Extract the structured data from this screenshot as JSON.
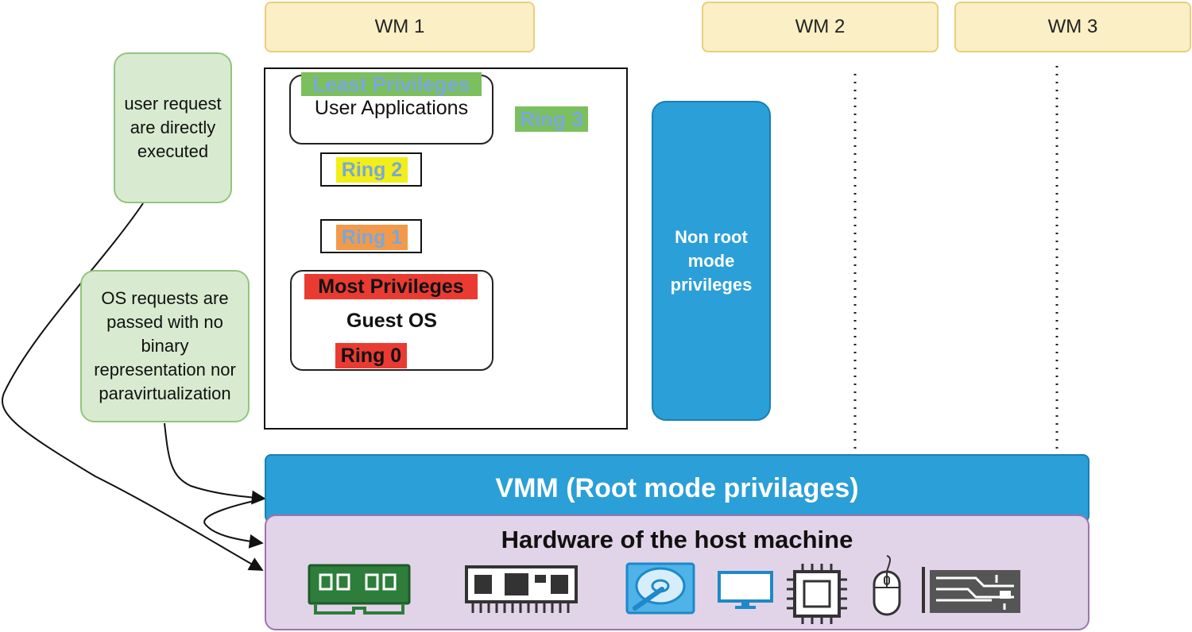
{
  "vm_headers": [
    "WM 1",
    "WM 2",
    "WM 3"
  ],
  "notes": {
    "user": "user request are directly executed",
    "os": "OS requests are passed with no binary representation nor paravirtualization"
  },
  "rings": {
    "least_privileges": "Least Privileges",
    "user_applications": "User Applications",
    "ring3": "Ring 3",
    "ring2": "Ring 2",
    "ring1": "Ring 1",
    "most_privileges": "Most Privileges",
    "guest_os": "Guest OS",
    "ring0": "Ring 0"
  },
  "non_root": "Non root mode privileges",
  "vmm": "VMM (Root mode privilages)",
  "hardware": {
    "title": "Hardware of the host machine",
    "icons": [
      "ram-icon",
      "motherboard-icon",
      "hard-disk-icon",
      "monitor-icon",
      "cpu-icon",
      "mouse-icon",
      "expansion-card-icon"
    ]
  },
  "colors": {
    "vm_header_fill": "#fbefc5",
    "note_fill": "#d8ebd0",
    "vmm_blue": "#2a9fd8",
    "hardware_fill": "#e2d4e8",
    "ring3_green": "#7cbf5f",
    "ring2_yellow": "#f2ee18",
    "ring1_orange": "#f39a4a",
    "ring0_red": "#ea3b33",
    "ring_label_text": "#79a8d8"
  }
}
